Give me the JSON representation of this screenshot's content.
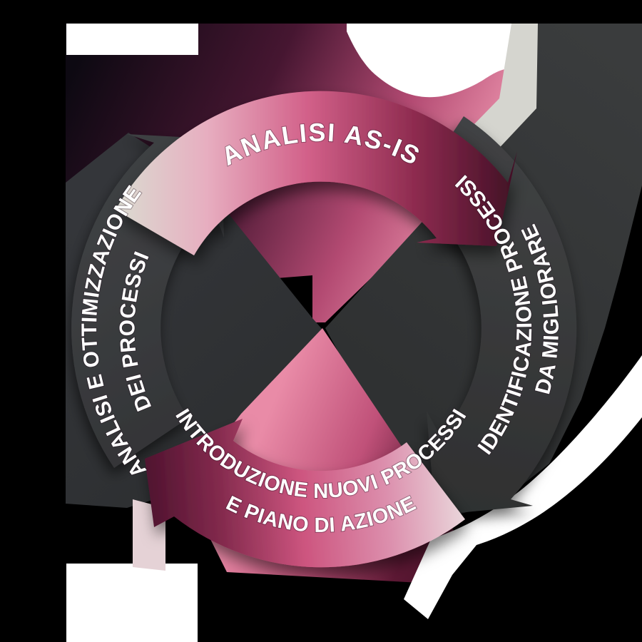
{
  "diagram": {
    "type": "cycle",
    "direction": "clockwise",
    "steps": [
      {
        "id": "analisi-as-is",
        "label": "ANALISI AS-IS",
        "theme": "pink"
      },
      {
        "id": "identificazione-processi-da-migliorare",
        "line1": "IDENTIFICAZIONE PROCESSI",
        "line2": "DA MIGLIORARE",
        "theme": "dark"
      },
      {
        "id": "introduzione-nuovi-processi-e-piano-di-azione",
        "line1": "INTRODUZIONE NUOVI PROCESSI",
        "line2": "E PIANO DI AZIONE",
        "theme": "pink"
      },
      {
        "id": "analisi-e-ottimizzazione-dei-processi",
        "line1": "ANALISI E OTTIMIZZAZIONE",
        "line2": "DEI PROCESSI",
        "theme": "dark"
      }
    ],
    "colors": {
      "background": "#000000",
      "pink": "#d4608a",
      "pink_light": "#e9b3c4",
      "maroon_dark": "#451127",
      "purple_dark": "#0d0912",
      "arrow_gray": "#373839",
      "gray_face": "#d5d5cf",
      "pale_face": "#e5d2d6",
      "highlight": "#ffffff",
      "label_text": "#ffffff"
    }
  }
}
